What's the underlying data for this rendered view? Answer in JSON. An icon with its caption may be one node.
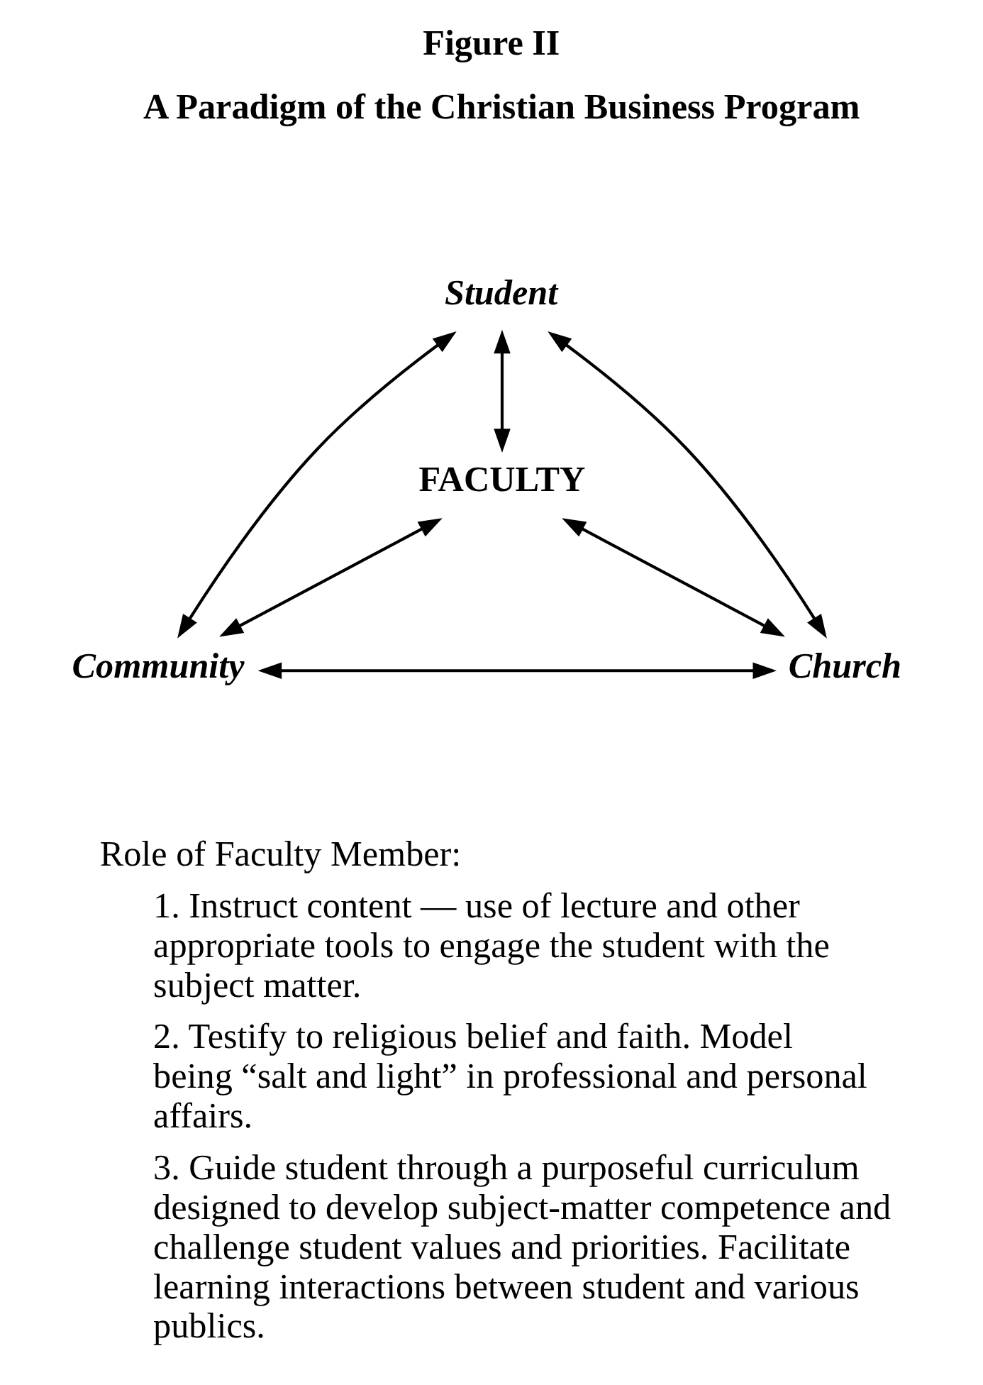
{
  "diagram": {
    "title": "Figure II",
    "nodes": [
      {
        "text": [
          "Student"
        ]
      },
      {
        "text": [
          "FACULTY"
        ]
      },
      {
        "text": [
          "Community"
        ]
      },
      {
        "text": [
          "Church"
        ]
      }
    ],
    "edges": [
      {
        "from": 0,
        "to": 1,
        "arrow": "both"
      },
      {
        "from": 0,
        "to": 2,
        "arrow": "both"
      },
      {
        "from": 0,
        "to": 3,
        "arrow": "both"
      },
      {
        "from": 1,
        "to": 2,
        "arrow": "both"
      },
      {
        "from": 1,
        "to": 3,
        "arrow": "both"
      },
      {
        "from": 2,
        "to": 3,
        "arrow": "both"
      }
    ],
    "labels": [
      "A Paradigm of the Christian Business Program",
      "Role of Faculty Member:",
      "1. Instruct content — use of lecture and other appropriate tools to engage the student with the subject matter.",
      "2. Testify to religious belief and faith. Model being “salt and light” in professional and personal affairs.",
      "3. Guide student through a purposeful curriculum designed to develop subject-matter competence and challenge student values and priorities. Facilitate learning interactions between student and various publics."
    ]
  }
}
